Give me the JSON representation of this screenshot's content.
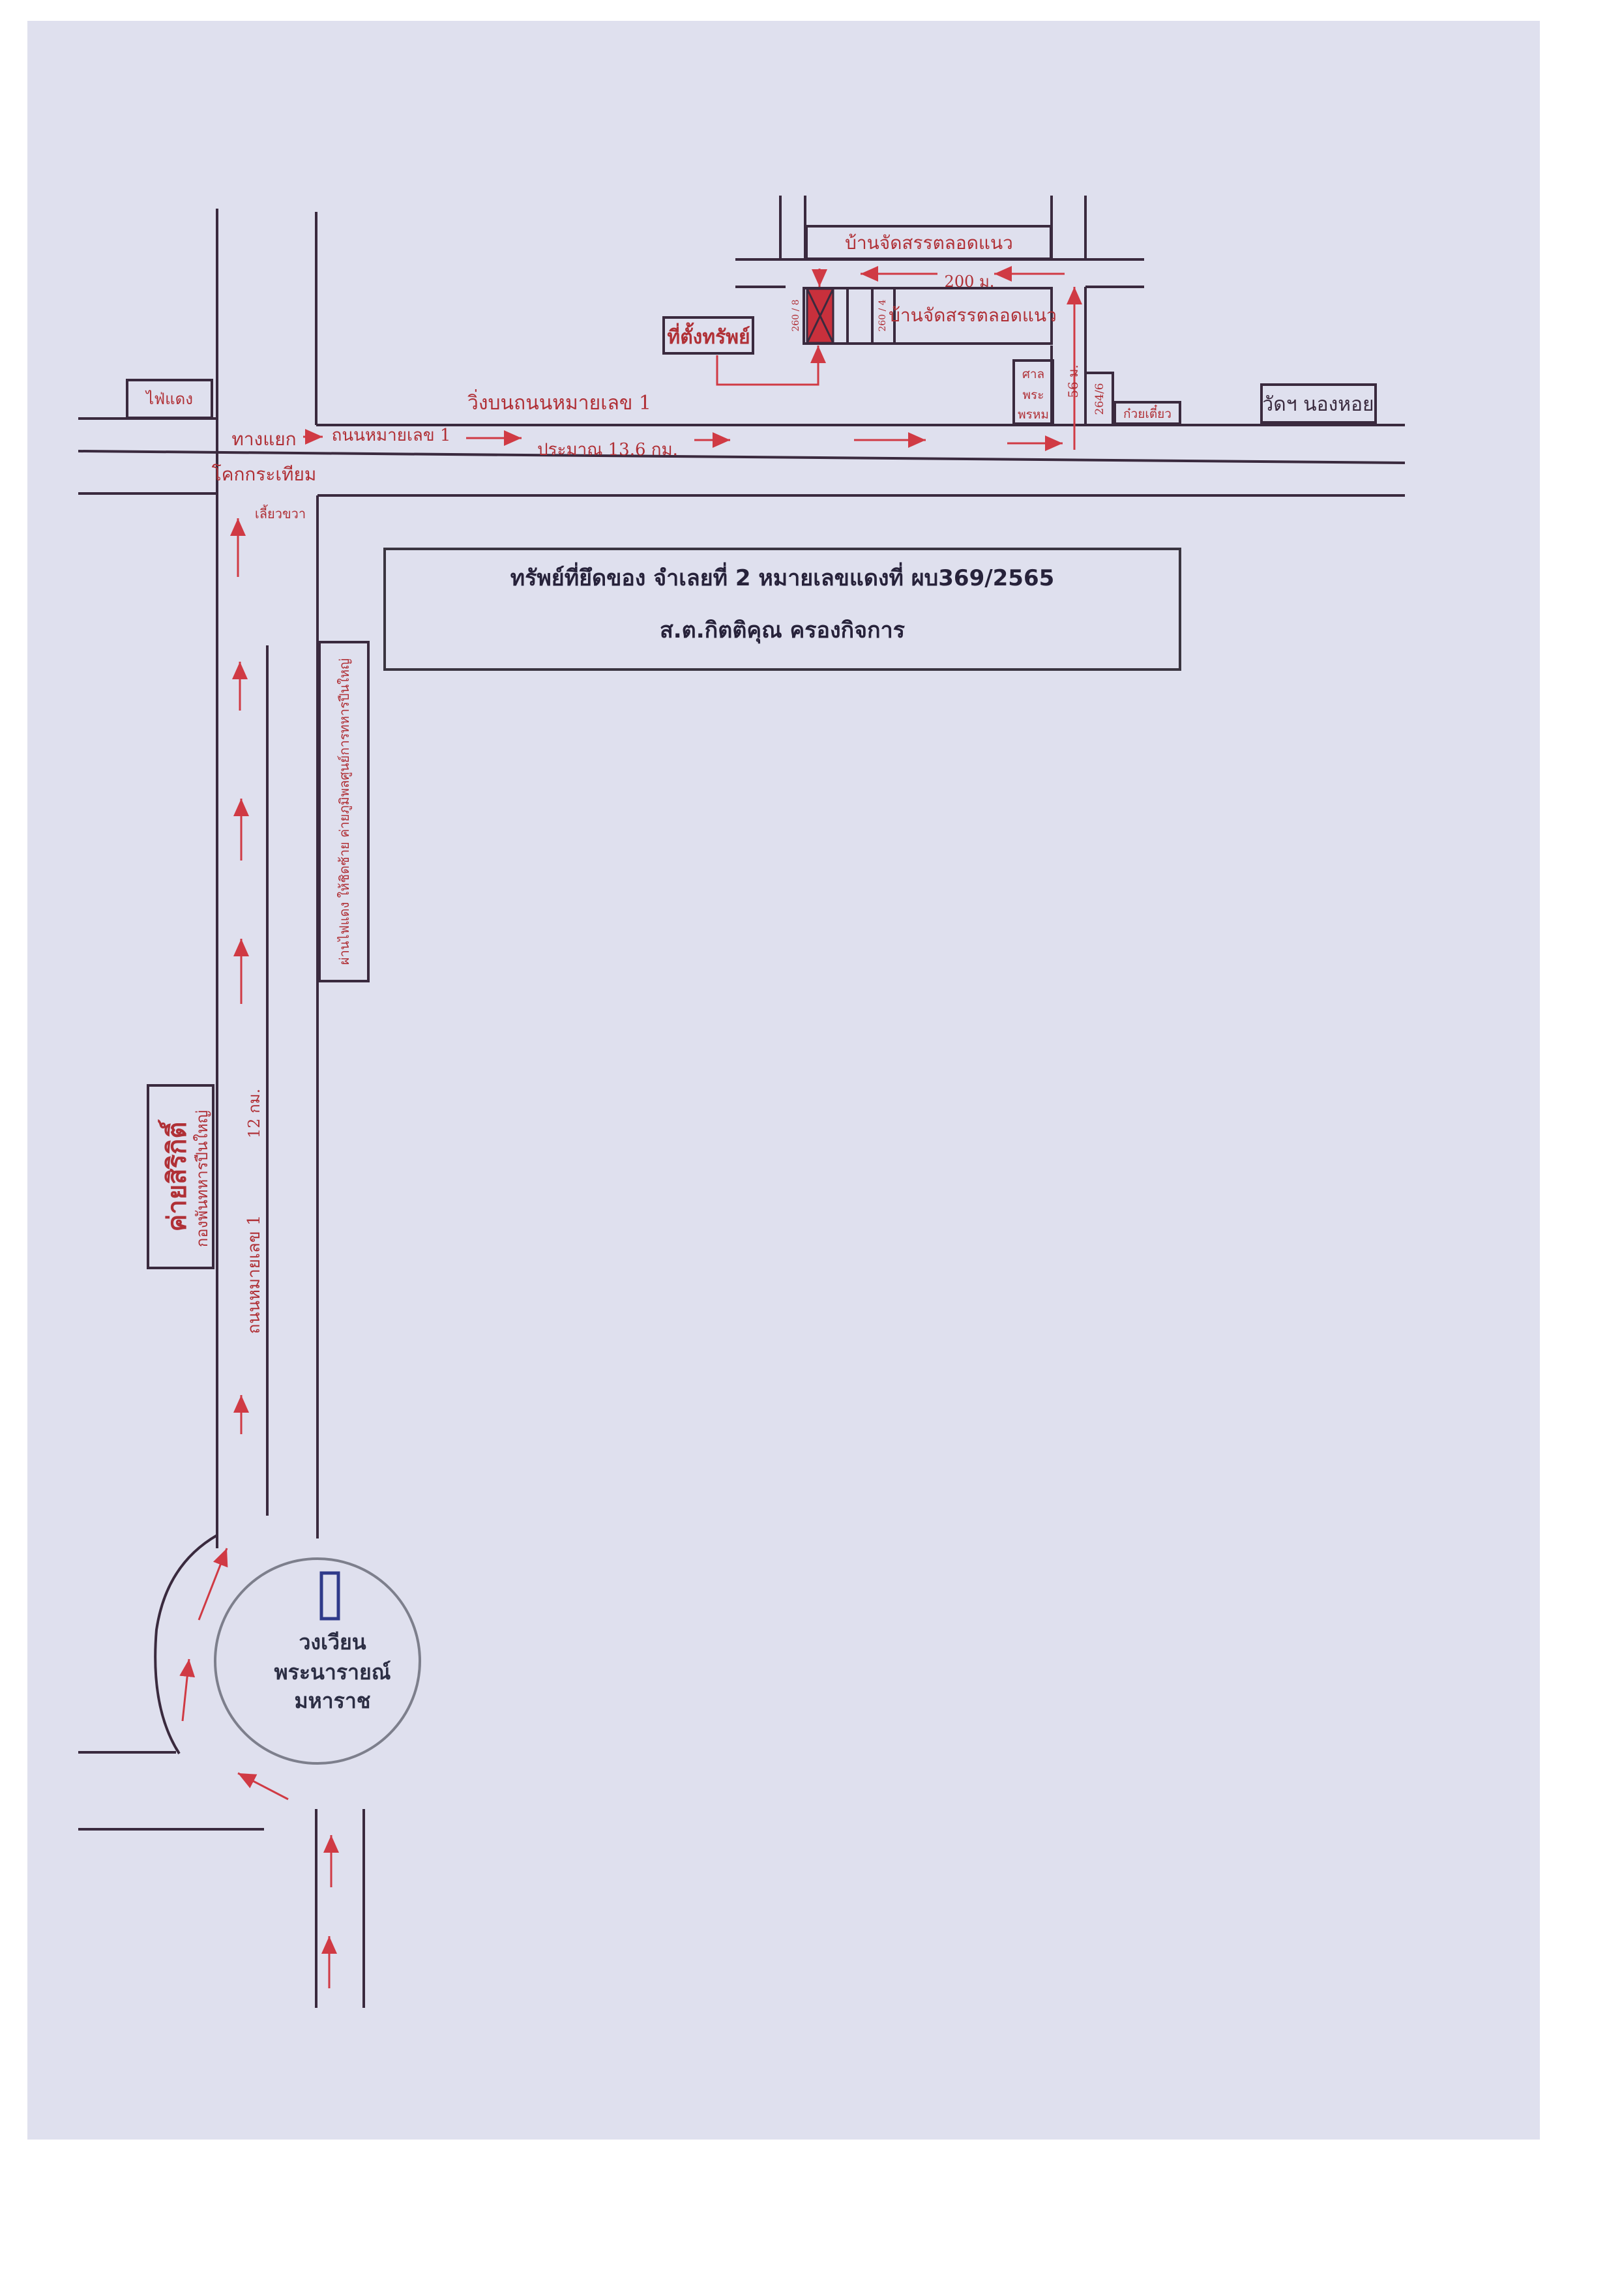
{
  "title_box": {
    "line1": "ทรัพย์ที่ยึดของ จำเลยที่ 2 หมายเลขแดงที่ ผบ369/2565",
    "line2": "ส.ต.กิตติคุณ ครองกิจการ"
  },
  "labels": {
    "traffic_light": "ไฟ่แดง",
    "junction_1": "ทางแยก",
    "junction_2": "โคกกระเทียม",
    "turn_right": "เลี้ยวขวา",
    "road_1": "ถนนหมายเลข 1",
    "run_on_road": "วิ่งบนถนนหมายเลข 1",
    "approx_distance": "ประมาณ 13.6 กม.",
    "houses_top": "บ้านจัดสรรตลอดแนว",
    "distance_200": "200 ม.",
    "houses_right": "บ้านจัดสรรตลอดแนว",
    "property_location": "ที่ตั้งทรัพย์",
    "house_no_1": "260 / 8",
    "house_no_2": "260 / 4",
    "shrine_1": "ศาล",
    "shrine_2": "พระ",
    "shrine_3": "พรหม",
    "distance_56": "56 ม.",
    "house_no_3": "264/6",
    "noodle_shop": "ก๋วยเตี๋ยว",
    "temple": "วัดฯ นองหอย",
    "vertical_sign": "ผ่านไฟแดง ให้ชิดซ้าย ค่ายภูมิพลศูนย์การทหารปืนใหญ่",
    "camp_name": "ค่ายสิริกิติ์",
    "camp_sub": "กองพันทหารปืนใหญ่",
    "distance_12": "12 กม.",
    "road_1_vertical": "ถนนหมายเลข 1",
    "roundabout_1": "วงเวียน",
    "roundabout_2": "พระนารายณ์",
    "roundabout_3": "มหาราช"
  },
  "colors": {
    "paper": "#dfe0ee",
    "road_line": "#3a2a3e",
    "route_red": "#d03a44",
    "property_fill": "#c8303c",
    "text_red": "#b03036",
    "title_text": "#27223a",
    "marker_blue": "#2f3a8a"
  }
}
